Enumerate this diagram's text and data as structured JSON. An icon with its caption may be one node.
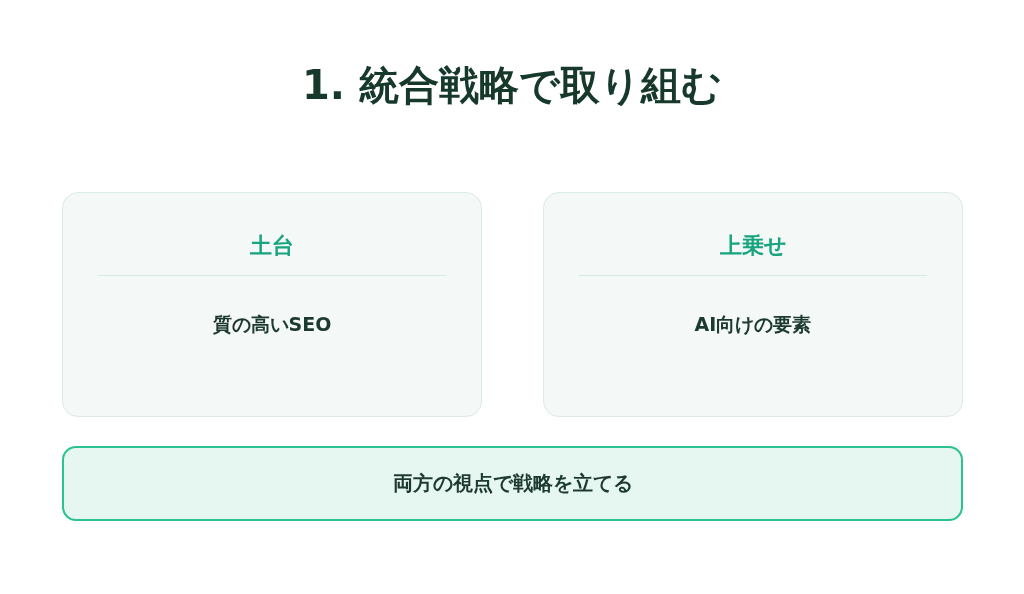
{
  "diagram": {
    "title": "1. 統合戦略で取り組む",
    "nodes": [
      {
        "text": [
          "土台",
          "質の高いSEO"
        ]
      },
      {
        "text": [
          "上乗せ",
          "AI向けの要素"
        ]
      },
      {
        "text": [
          "両方の視点で戦略を立てる"
        ]
      }
    ]
  }
}
